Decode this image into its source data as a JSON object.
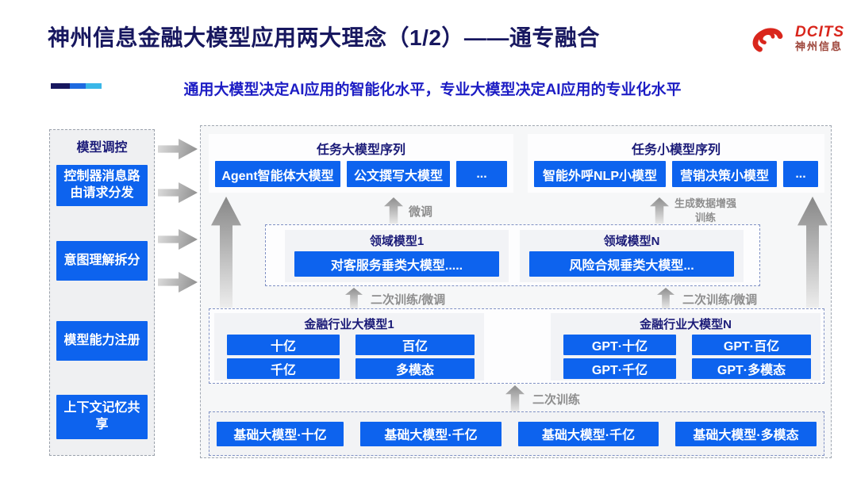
{
  "title": "神州信息金融大模型应用两大理念（1/2）——通专融合",
  "subtitle": "通用大模型决定AI应用的智能化水平，专业大模型决定AI应用的专业化水平",
  "logo": {
    "brand": "DCITS",
    "brand_cn": "神州信息"
  },
  "colors": {
    "button_blue": "#0d63ee",
    "navy_heading": "#1b1b78",
    "title_navy": "#17175f",
    "subtitle_blue": "#1d1dc4",
    "arrow_gray": "#8e8e8e",
    "logo_red": "#d9261c"
  },
  "sidebar": {
    "title": "模型调控",
    "items": [
      {
        "label": "控制器消息路由请求分发"
      },
      {
        "label": "意图理解拆分"
      },
      {
        "label": "模型能力注册"
      },
      {
        "label": "上下文记忆共享"
      }
    ]
  },
  "task_large": {
    "title": "任务大模型序列",
    "items": [
      "Agent智能体大模型",
      "公文撰写大模型",
      "..."
    ]
  },
  "task_small": {
    "title": "任务小模型序列",
    "items": [
      "智能外呼NLP小模型",
      "营销决策小模型",
      "..."
    ]
  },
  "arrows": {
    "finetune": "微调",
    "gen_data_training": "生成数据增强训练",
    "retrain_finetune": "二次训练/微调",
    "retrain": "二次训练"
  },
  "domain_models": {
    "left": {
      "title": "领域模型1",
      "item": "对客服务垂类大模型....."
    },
    "right": {
      "title": "领域模型N",
      "item": "风险合规垂类大模型..."
    }
  },
  "industry_models": {
    "left": {
      "title": "金融行业大模型1",
      "items": [
        "十亿",
        "百亿",
        "千亿",
        "多模态"
      ]
    },
    "right": {
      "title": "金融行业大模型N",
      "items": [
        "GPT·十亿",
        "GPT·百亿",
        "GPT·千亿",
        "GPT·多模态"
      ]
    }
  },
  "foundation_models": {
    "items": [
      "基础大模型·十亿",
      "基础大模型·千亿",
      "基础大模型·千亿",
      "基础大模型·多模态"
    ]
  }
}
